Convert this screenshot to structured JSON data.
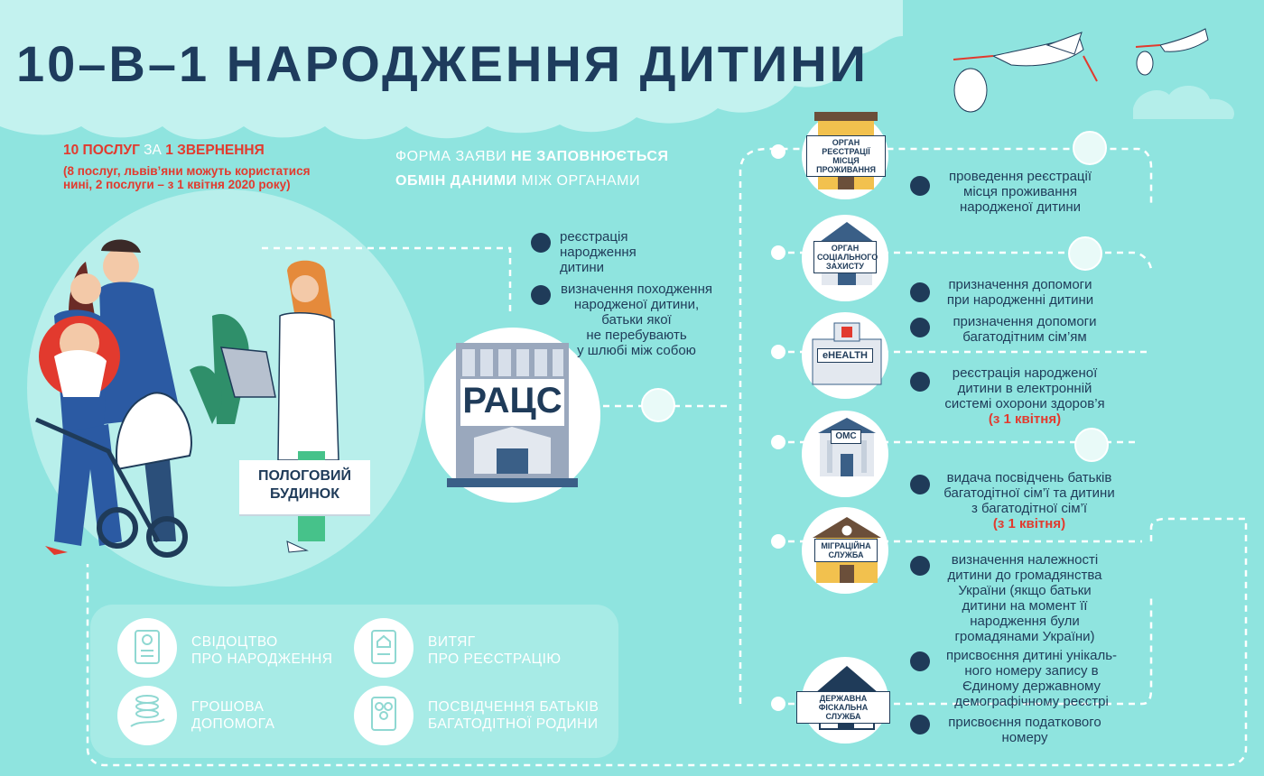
{
  "title": "10–В–1 НАРОДЖЕННЯ ДИТИНИ",
  "intro": {
    "services_bold1": "10 ПОСЛУГ",
    "services_mid": " ЗА ",
    "services_bold2": "1 ЗВЕРНЕННЯ",
    "note_line1": "(8 послуг, львів’яни можуть користатися",
    "note_line2": "нині, 2 послуги – з 1 квітня 2020 року)",
    "form_pre": "ФОРМА ЗАЯВИ ",
    "form_bold": "НЕ ЗАПОВНЮЄТЬСЯ",
    "exchange_bold": "ОБМІН ДАНИМИ",
    "exchange_post": " МІЖ ОРГАНАМИ"
  },
  "maternity_label": "ПОЛОГОВИЙ\nБУДИНОК",
  "racs": {
    "label": "РАЦС",
    "services": [
      "реєстрація\nнародження\nдитини",
      "визначення походження\nнародженої дитини,\nбатьки якої\nне перебувають\nу шлюбі між собою"
    ]
  },
  "agencies": [
    {
      "label": "ОРГАН РЕЄСТРАЦІЇ\nМІСЦЯ ПРОЖИВАННЯ",
      "icon": "building-icon"
    },
    {
      "label": "ОРГАН\nСОЦІАЛЬНОГО\nЗАХИСТУ",
      "icon": "building-icon"
    },
    {
      "label": "eHEALTH",
      "icon": "hospital-icon"
    },
    {
      "label": "ОМС",
      "icon": "columns-building-icon"
    },
    {
      "label": "МІГРАЦІЙНА\nСЛУЖБА",
      "icon": "building-icon"
    },
    {
      "label": "ДЕРЖАВНА\nФІСКАЛЬНА СЛУЖБА",
      "icon": "house-icon"
    }
  ],
  "services": [
    {
      "text": "проведення реєстрації\nмісця проживання\nнародженої дитини",
      "note": ""
    },
    {
      "text": "призначення допомоги\nпри народженні дитини",
      "note": ""
    },
    {
      "text": "призначення допомоги\nбагатодітним сім’ям",
      "note": ""
    },
    {
      "text": "реєстрація народженої\nдитини в електронній\nсистемі охорони здоров’я",
      "note": "(з 1 квітня)"
    },
    {
      "text": "видача посвідчень батьків\nбагатодітної сім’ї та дитини\nз багатодітної сім’ї",
      "note": "(з 1 квітня)"
    },
    {
      "text": "визначення належності\nдитини до громадянства\nУкраїни (якщо батьки\nдитини на момент її\nнародження були\nгромадянами України)",
      "note": ""
    },
    {
      "text": "присвоєння дитині унікаль-\nного номеру запису в\nЄдиному державному\nдемографічному реєстрі",
      "note": ""
    },
    {
      "text": "присвоєння податкового\nномеру",
      "note": ""
    }
  ],
  "results": [
    {
      "label": "СВІДОЦТВО\nПРО НАРОДЖЕННЯ",
      "icon": "certificate-icon"
    },
    {
      "label": "ВИТЯГ\nПРО РЕЄСТРАЦІЮ",
      "icon": "house-document-icon"
    },
    {
      "label": "ГРОШОВА\nДОПОМОГА",
      "icon": "coins-hand-icon"
    },
    {
      "label": "ПОСВІДЧЕННЯ БАТЬКІВ\nБАГАТОДІТНОЇ РОДИНИ",
      "icon": "family-card-icon"
    }
  ],
  "colors": {
    "background": "#8fe4df",
    "title": "#1e3c5d",
    "accent_red": "#e23a2e",
    "dark": "#1f3b59",
    "white": "#ffffff"
  }
}
